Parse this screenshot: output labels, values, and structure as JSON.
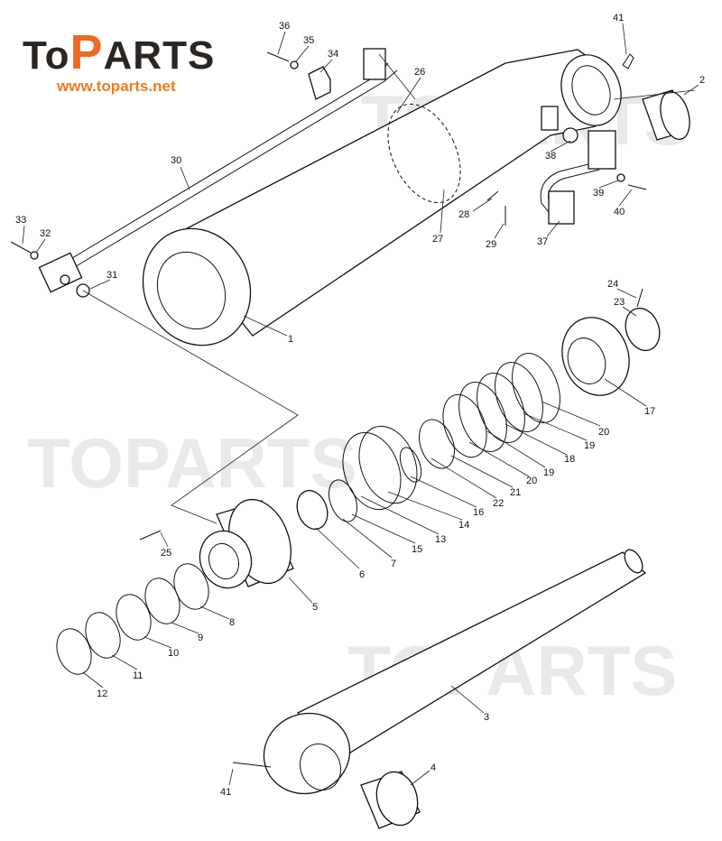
{
  "logo": {
    "brand_pre": "To",
    "brand_p": "P",
    "brand_post": "ARTS",
    "url": "www.toparts.net",
    "watermark": "TOPARTS"
  },
  "colors": {
    "accent": "#ec6a23",
    "dark": "#2b2522"
  },
  "callouts": {
    "c36": "36",
    "c35": "35",
    "c34": "34",
    "c41a": "41",
    "c2": "2",
    "c26": "26",
    "c30": "30",
    "c33": "33",
    "c32": "32",
    "c31": "31",
    "c1": "1",
    "c38": "38",
    "c39": "39",
    "c40": "40",
    "c28": "28",
    "c27": "27",
    "c29": "29",
    "c37": "37",
    "c24": "24",
    "c23": "23",
    "c17": "17",
    "c20a": "20",
    "c19a": "19",
    "c18": "18",
    "c19b": "19",
    "c20b": "20",
    "c21": "21",
    "c22": "22",
    "c16": "16",
    "c14": "14",
    "c13": "13",
    "c15": "15",
    "c7": "7",
    "c6": "6",
    "c25": "25",
    "c5": "5",
    "c8": "8",
    "c9": "9",
    "c10": "10",
    "c11": "11",
    "c12": "12",
    "c3": "3",
    "c4": "4",
    "c41b": "41"
  }
}
